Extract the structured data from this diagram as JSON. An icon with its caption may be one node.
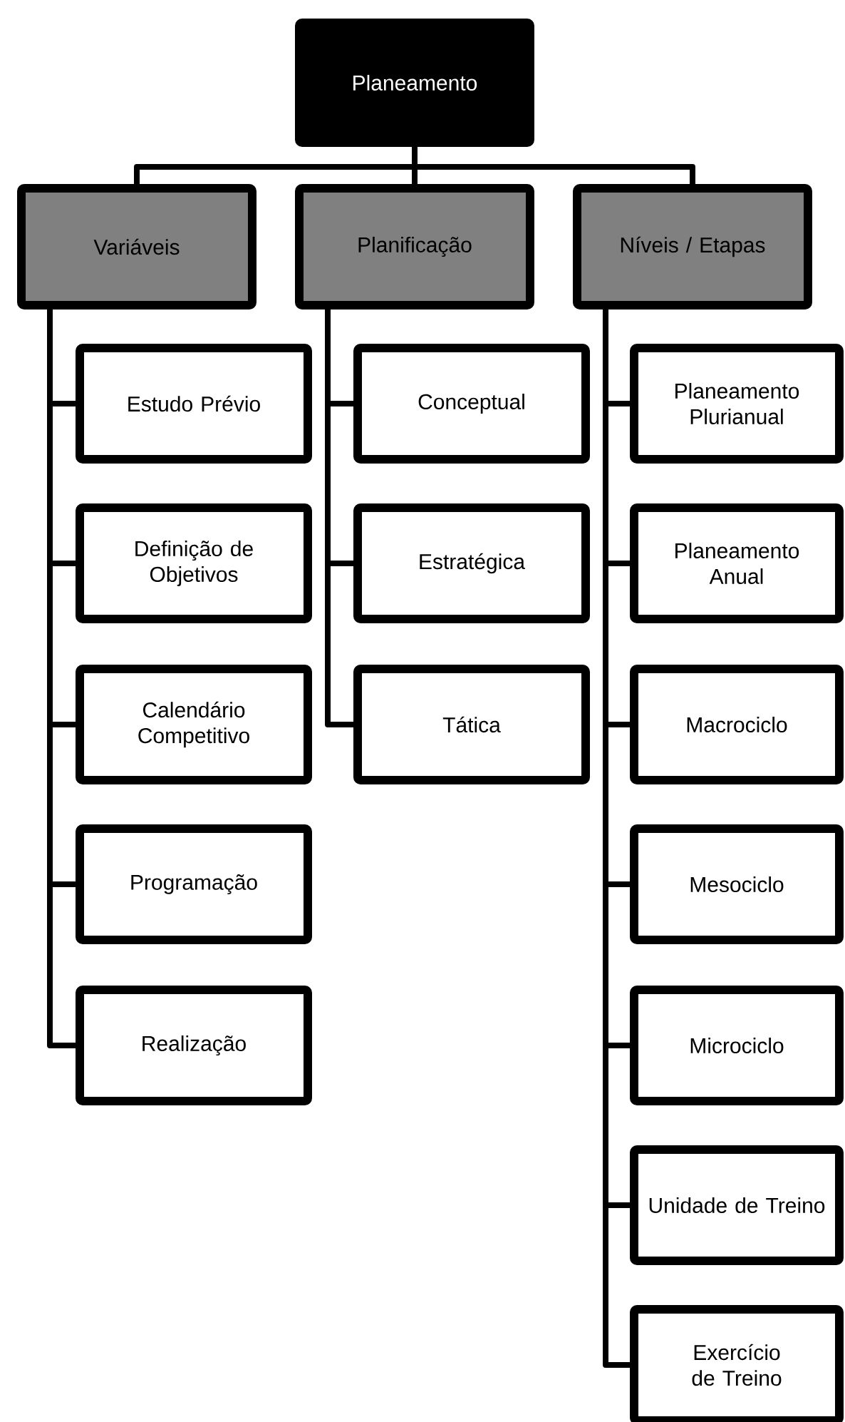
{
  "diagram": {
    "nodes": [
      {
        "text": [
          "Planeamento"
        ]
      },
      {
        "text": [
          "Variáveis"
        ]
      },
      {
        "text": [
          "Planificação"
        ]
      },
      {
        "text": [
          "Níveis / Etapas"
        ]
      },
      {
        "text": [
          "Estudo Prévio"
        ]
      },
      {
        "text": [
          "Definição de Objetivos"
        ]
      },
      {
        "text": [
          "Calendário Competitivo"
        ]
      },
      {
        "text": [
          "Programação"
        ]
      },
      {
        "text": [
          "Realização"
        ]
      },
      {
        "text": [
          "Conceptual"
        ]
      },
      {
        "text": [
          "Estratégica"
        ]
      },
      {
        "text": [
          "Tática"
        ]
      },
      {
        "text": [
          "Planeamento Plurianual"
        ]
      },
      {
        "text": [
          "Planeamento Anual"
        ]
      },
      {
        "text": [
          "Macrociclo"
        ]
      },
      {
        "text": [
          "Mesociclo"
        ]
      },
      {
        "text": [
          "Microciclo"
        ]
      },
      {
        "text": [
          "Unidade de Treino"
        ]
      },
      {
        "text": [
          "Exercício de Treino"
        ]
      }
    ],
    "edges": [
      {
        "from": 0,
        "to": 1,
        "arrow": "none"
      },
      {
        "from": 0,
        "to": 2,
        "arrow": "none"
      },
      {
        "from": 0,
        "to": 3,
        "arrow": "none"
      },
      {
        "from": 1,
        "to": 4,
        "arrow": "none"
      },
      {
        "from": 1,
        "to": 5,
        "arrow": "none"
      },
      {
        "from": 1,
        "to": 6,
        "arrow": "none"
      },
      {
        "from": 1,
        "to": 7,
        "arrow": "none"
      },
      {
        "from": 1,
        "to": 8,
        "arrow": "none"
      },
      {
        "from": 2,
        "to": 9,
        "arrow": "none"
      },
      {
        "from": 2,
        "to": 10,
        "arrow": "none"
      },
      {
        "from": 2,
        "to": 11,
        "arrow": "none"
      },
      {
        "from": 3,
        "to": 12,
        "arrow": "none"
      },
      {
        "from": 3,
        "to": 13,
        "arrow": "none"
      },
      {
        "from": 3,
        "to": 14,
        "arrow": "none"
      },
      {
        "from": 3,
        "to": 15,
        "arrow": "none"
      },
      {
        "from": 3,
        "to": 16,
        "arrow": "none"
      },
      {
        "from": 3,
        "to": 17,
        "arrow": "none"
      },
      {
        "from": 3,
        "to": 18,
        "arrow": "none"
      }
    ]
  }
}
